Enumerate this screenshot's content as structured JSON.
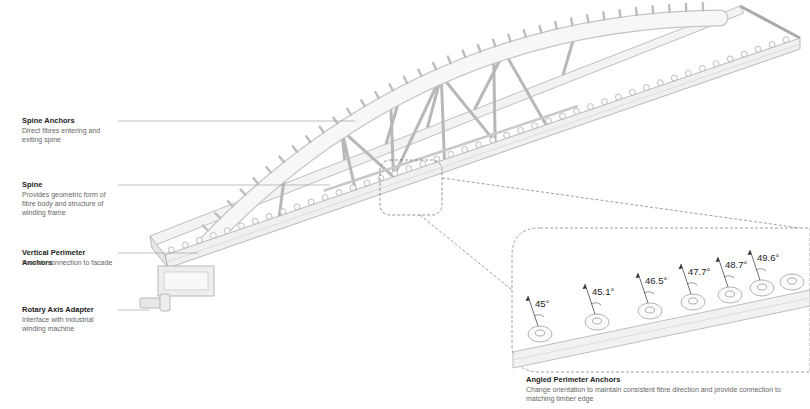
{
  "diagram": {
    "labels": [
      "Spine Anchors",
      "Direct fibres entering and exiting spine",
      "Spine",
      "Provides geometric form of fibre body and structure of winding frame",
      "Vertical Perimeter Anchors",
      "Provide connection to facade",
      "Rotary Axis Adapter",
      "Interface with industrial winding machine",
      "45°",
      "45.1°",
      "46.5°",
      "47.7°",
      "48.7°",
      "49.6°",
      "Angled Perimeter Anchors",
      "Change orientation to maintain consistent fibre direction and provide connection to matching timber edge"
    ]
  }
}
